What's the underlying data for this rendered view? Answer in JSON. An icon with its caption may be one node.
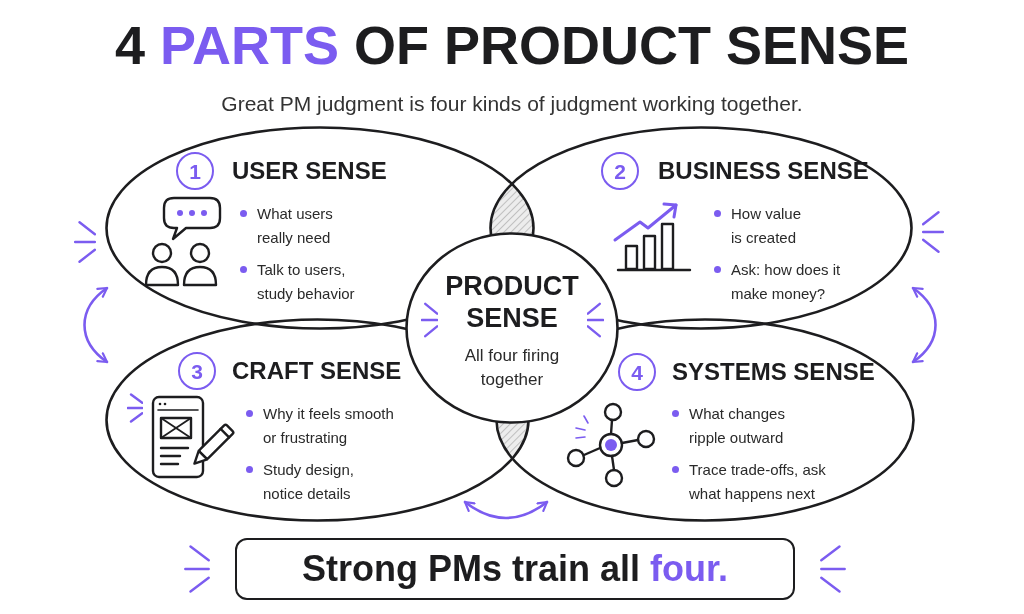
{
  "diagram": {
    "title": "4 **PARTS** OF PRODUCT SENSE",
    "nodes": [
      {
        "text": [
          "USER SENSE",
          "What users really need",
          "Talk to users, study behavior"
        ]
      },
      {
        "text": [
          "1"
        ],
        "in": 0
      },
      {
        "text": [
          "BUSINESS SENSE",
          "How value is created",
          "Ask: how does it make money?"
        ]
      },
      {
        "text": [
          "2"
        ],
        "in": 2
      },
      {
        "text": [
          "PRODUCT SENSE",
          "All four firing together"
        ]
      },
      {
        "text": [
          "CRAFT SENSE",
          "Why it feels smooth or frustrating",
          "Study design, notice details"
        ]
      },
      {
        "text": [
          "3"
        ],
        "in": 5
      },
      {
        "text": [
          "SYSTEMS SENSE",
          "What changes ripple outward",
          "Trace trade-offs, ask what happens next"
        ]
      },
      {
        "text": [
          "4"
        ],
        "in": 7
      },
      {
        "text": [
          "Strong PMs train all **four.**"
        ]
      }
    ],
    "edges": [
      {
        "from": 0,
        "to": 5,
        "arrow": "both"
      },
      {
        "from": 2,
        "to": 7,
        "arrow": "both"
      },
      {
        "from": 5,
        "to": 7,
        "arrow": "both"
      }
    ],
    "labels": [
      "Great PM judgment is four kinds of judgment working together."
    ]
  }
}
